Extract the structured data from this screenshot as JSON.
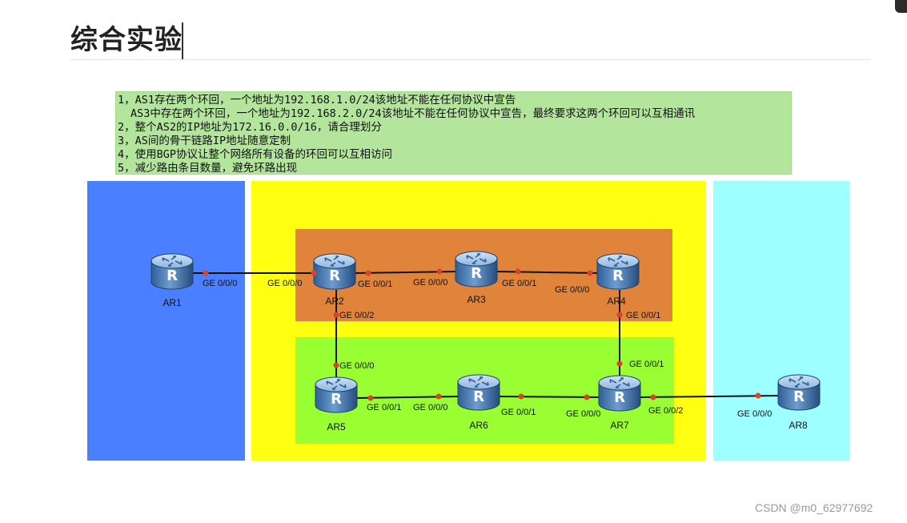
{
  "title": "综合实验",
  "requirements": [
    "1，AS1存在两个环回，一个地址为192.168.1.0/24该地址不能在任何协议中宣告",
    "AS3中存在两个环回，一个地址为192.168.2.0/24该地址不能在任何协议中宣告，最终要求这两个环回可以互相通讯",
    "2，整个AS2的IP地址为172.16.0.0/16，请合理划分",
    "3，AS间的骨干链路IP地址随意定制",
    "4，使用BGP协议让整个网络所有设备的环回可以互相访问",
    "5，减少路由条目数量，避免环路出现"
  ],
  "colors": {
    "as1": "#4a80ff",
    "as2": "#ffff11",
    "as3": "#9dffff",
    "as2_upper": "#e0833b",
    "as2_lower": "#99ff33",
    "requirements_bg": "#b3e59d",
    "port_dot": "#d9432a",
    "link": "#111111"
  },
  "router_icon_letter": "R",
  "routers": [
    {
      "id": "AR1",
      "label": "AR1"
    },
    {
      "id": "AR2",
      "label": "AR2"
    },
    {
      "id": "AR3",
      "label": "AR3"
    },
    {
      "id": "AR4",
      "label": "AR4"
    },
    {
      "id": "AR5",
      "label": "AR5"
    },
    {
      "id": "AR6",
      "label": "AR6"
    },
    {
      "id": "AR7",
      "label": "AR7"
    },
    {
      "id": "AR8",
      "label": "AR8"
    }
  ],
  "links": [
    {
      "from": "AR1",
      "to": "AR2",
      "from_port": "GE 0/0/0",
      "to_port": "GE 0/0/0"
    },
    {
      "from": "AR2",
      "to": "AR3",
      "from_port": "GE 0/0/1",
      "to_port": "GE 0/0/0"
    },
    {
      "from": "AR3",
      "to": "AR4",
      "from_port": "GE 0/0/1",
      "to_port": "GE 0/0/0"
    },
    {
      "from": "AR2",
      "to": "AR5",
      "from_port": "GE 0/0/2",
      "to_port": "GE 0/0/0"
    },
    {
      "from": "AR4",
      "to": "AR7",
      "from_port": "GE 0/0/1",
      "to_port": "GE 0/0/1"
    },
    {
      "from": "AR5",
      "to": "AR6",
      "from_port": "GE 0/0/1",
      "to_port": "GE 0/0/0"
    },
    {
      "from": "AR6",
      "to": "AR7",
      "from_port": "GE 0/0/1",
      "to_port": "GE 0/0/0"
    },
    {
      "from": "AR7",
      "to": "AR8",
      "from_port": "GE 0/0/2",
      "to_port": "GE 0/0/0"
    }
  ],
  "watermark": "CSDN @m0_62977692"
}
